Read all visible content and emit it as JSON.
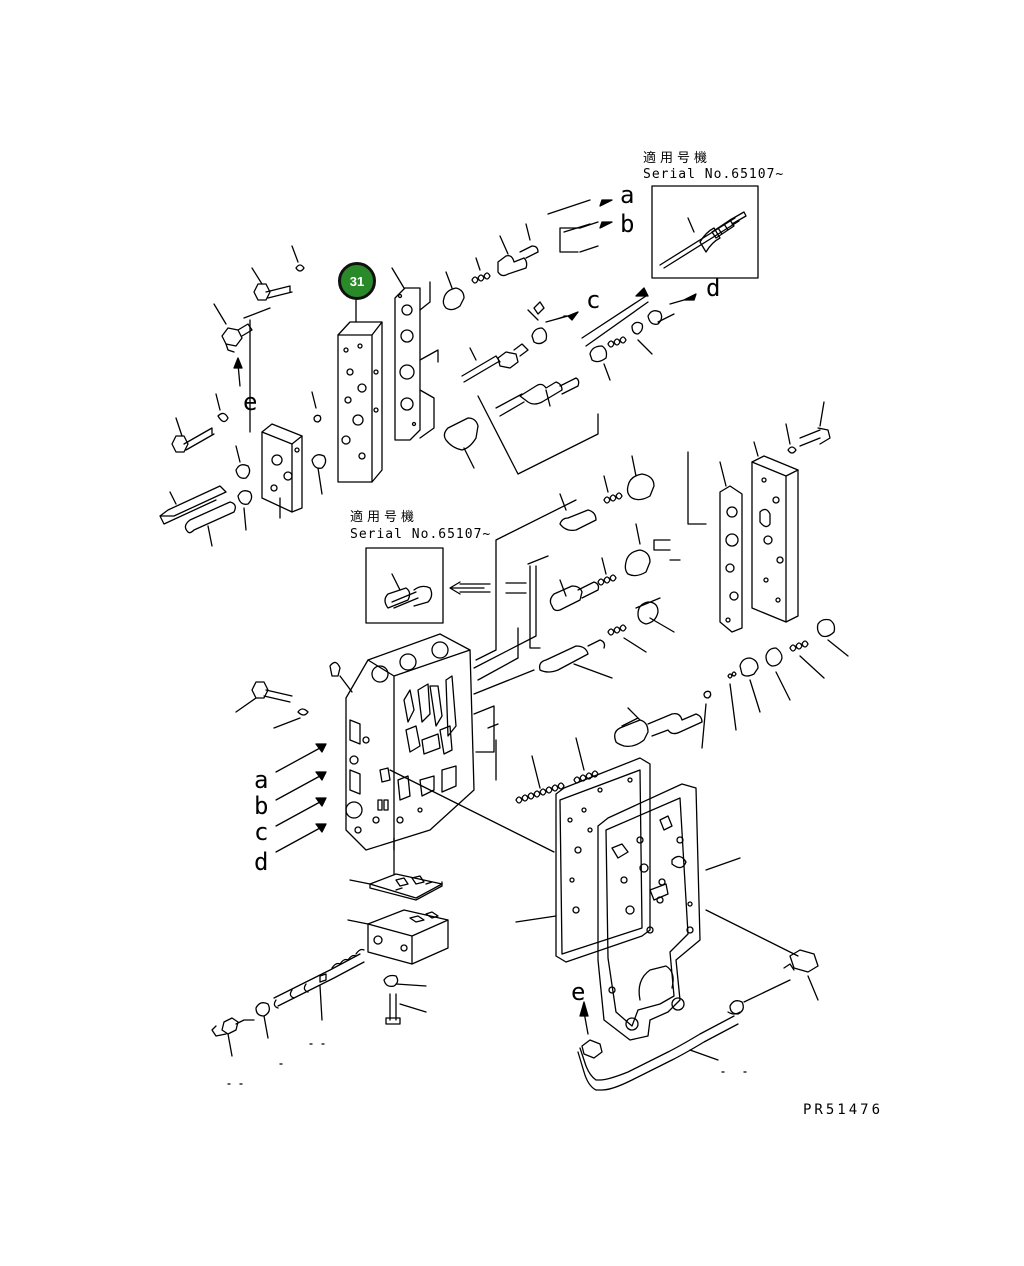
{
  "applicability": {
    "top_heading": "適用号機",
    "top_serial": "Serial No.65107~",
    "mid_heading": "適用号機",
    "mid_serial": "Serial No.65107~"
  },
  "callout": {
    "number": "31",
    "color": "#2a8a2a"
  },
  "connection_letters": {
    "top_a": "a",
    "top_b": "b",
    "top_c": "c",
    "top_d": "d",
    "top_e": "e",
    "left_a": "a",
    "left_b": "b",
    "left_c": "c",
    "left_d": "d",
    "bottom_e": "e"
  },
  "figure_code": "PR51476"
}
